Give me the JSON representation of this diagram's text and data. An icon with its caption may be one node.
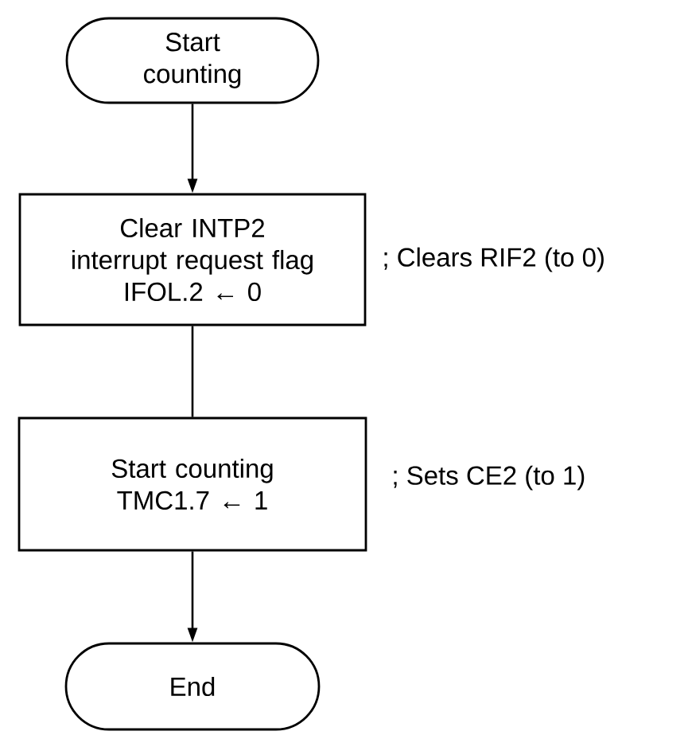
{
  "diagram": {
    "nodes": [
      {
        "text": [
          "Start counting"
        ]
      },
      {
        "text": [
          "Clear INTP2 interrupt request flag",
          "IFOL.2 ← 0"
        ],
        "beside": [
          "; Clears RIF2 (to 0)"
        ]
      },
      {
        "text": [
          "Start counting",
          "TMC1.7 ← 1"
        ],
        "beside": [
          "; Sets CE2 (to 1)"
        ]
      },
      {
        "text": [
          "End"
        ]
      }
    ],
    "edges": [
      {
        "from": 0,
        "to": 1,
        "arrow": "to"
      },
      {
        "from": 1,
        "to": 2,
        "arrow": "none"
      },
      {
        "from": 2,
        "to": 3,
        "arrow": "to"
      }
    ]
  }
}
